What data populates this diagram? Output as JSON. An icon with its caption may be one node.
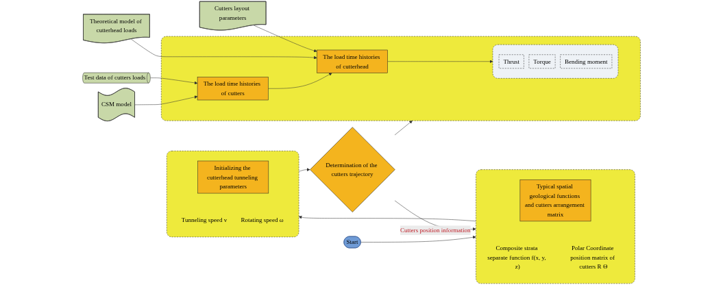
{
  "diagram": {
    "nodes": [
      {
        "text": [
          "Start"
        ]
      },
      {
        "text": [
          "Composite strata separate function f(x, y, z)",
          "Polar Coordinate position matrix of cutters R Θ"
        ]
      },
      {
        "text": [
          "Typical spatial geological functions and cutters arrangement matrix"
        ],
        "in": 1
      },
      {
        "text": [
          "Tunneling speed v",
          "Rotating speed ω"
        ]
      },
      {
        "text": [
          "Initializing the cutterhead tunneling parameters"
        ],
        "in": 3
      },
      {
        "text": [
          "Determination of the cutters trajectory"
        ]
      },
      {
        "text": [],
        "shape": "box"
      },
      {
        "text": [],
        "shape": "box",
        "in": 6
      },
      {
        "text": [
          "Thrust"
        ],
        "in": 7
      },
      {
        "text": [
          "Torque"
        ],
        "in": 7
      },
      {
        "text": [
          "Bending moment"
        ],
        "in": 7
      },
      {
        "text": [
          "The load time histories of cutterhead"
        ],
        "in": 6
      },
      {
        "text": [
          "The load time histories of cutters"
        ],
        "in": 6
      },
      {
        "text": [
          "Theoretical model of cutterhead loads"
        ]
      },
      {
        "text": [
          "CSM model"
        ]
      },
      {
        "text": [
          "Cutters layout parameters"
        ]
      },
      {
        "text": [
          "Test data of cutters loads"
        ]
      }
    ],
    "edges": [
      {
        "from": 0,
        "to": 1,
        "arrow": "to"
      },
      {
        "from": 1,
        "to": 3,
        "arrow": "to"
      },
      {
        "from": 3,
        "to": 5,
        "arrow": "to"
      },
      {
        "from": 5,
        "to": 1,
        "arrow": "to",
        "label": "Cutters position information"
      },
      {
        "from": 5,
        "to": 6,
        "arrow": "to"
      },
      {
        "from": 12,
        "to": 11,
        "arrow": "to"
      },
      {
        "from": 11,
        "to": 7,
        "arrow": "to"
      },
      {
        "from": 13,
        "to": 11,
        "arrow": "to"
      },
      {
        "from": 14,
        "to": 12,
        "arrow": "to"
      },
      {
        "from": 15,
        "to": 11,
        "arrow": "to"
      },
      {
        "from": 16,
        "to": 12,
        "arrow": "to"
      }
    ]
  }
}
